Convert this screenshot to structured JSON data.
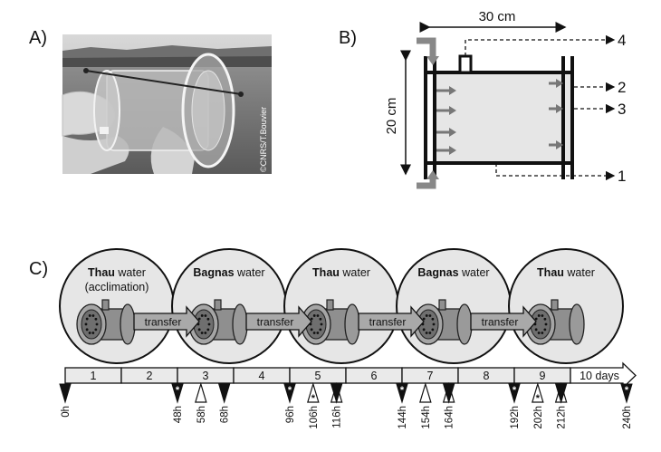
{
  "panels": {
    "a": "A)",
    "b": "B)",
    "c": "C)"
  },
  "photo": {
    "credit": "©CNRS/T.Bouvier"
  },
  "schematic": {
    "width_label": "30 cm",
    "height_label": "20 cm",
    "ports": [
      "1",
      "2",
      "3",
      "4"
    ]
  },
  "circles": [
    {
      "bold": "Thau",
      "rest": " water",
      "line2": "(acclimation)"
    },
    {
      "bold": "Bagnas",
      "rest": " water",
      "line2": ""
    },
    {
      "bold": "Thau",
      "rest": " water",
      "line2": ""
    },
    {
      "bold": "Bagnas",
      "rest": " water",
      "line2": ""
    },
    {
      "bold": "Thau",
      "rest": " water",
      "line2": ""
    }
  ],
  "transfer_label": "transfer",
  "timeline": {
    "days": [
      "1",
      "2",
      "3",
      "4",
      "5",
      "6",
      "7",
      "8",
      "9"
    ],
    "last_label": "10 days",
    "times": [
      {
        "label": "0h",
        "hours": 0
      },
      {
        "label": "48h",
        "hours": 48
      },
      {
        "label": "58h",
        "hours": 58
      },
      {
        "label": "68h",
        "hours": 68
      },
      {
        "label": "96h",
        "hours": 96
      },
      {
        "label": "106h",
        "hours": 106
      },
      {
        "label": "116h",
        "hours": 116
      },
      {
        "label": "144h",
        "hours": 144
      },
      {
        "label": "154h",
        "hours": 154
      },
      {
        "label": "164h",
        "hours": 164
      },
      {
        "label": "192h",
        "hours": 192
      },
      {
        "label": "202h",
        "hours": 202
      },
      {
        "label": "212h",
        "hours": 212
      },
      {
        "label": "240h",
        "hours": 240
      }
    ],
    "markers": [
      {
        "hours": 0,
        "fill": "black",
        "star": false
      },
      {
        "hours": 48,
        "fill": "black",
        "star": true
      },
      {
        "hours": 58,
        "fill": "white",
        "star": false
      },
      {
        "hours": 68,
        "fill": "black",
        "star": false
      },
      {
        "hours": 96,
        "fill": "black",
        "star": true
      },
      {
        "hours": 106,
        "fill": "white",
        "star": true
      },
      {
        "hours": 116,
        "fill": "white",
        "star": true
      },
      {
        "hours": 116,
        "fill": "black",
        "star": false
      },
      {
        "hours": 144,
        "fill": "black",
        "star": true
      },
      {
        "hours": 154,
        "fill": "white",
        "star": false
      },
      {
        "hours": 164,
        "fill": "white",
        "star": false
      },
      {
        "hours": 164,
        "fill": "black",
        "star": false
      },
      {
        "hours": 192,
        "fill": "black",
        "star": true
      },
      {
        "hours": 202,
        "fill": "white",
        "star": true
      },
      {
        "hours": 212,
        "fill": "white",
        "star": true
      },
      {
        "hours": 212,
        "fill": "black",
        "star": false
      },
      {
        "hours": 240,
        "fill": "black",
        "star": true
      }
    ]
  }
}
